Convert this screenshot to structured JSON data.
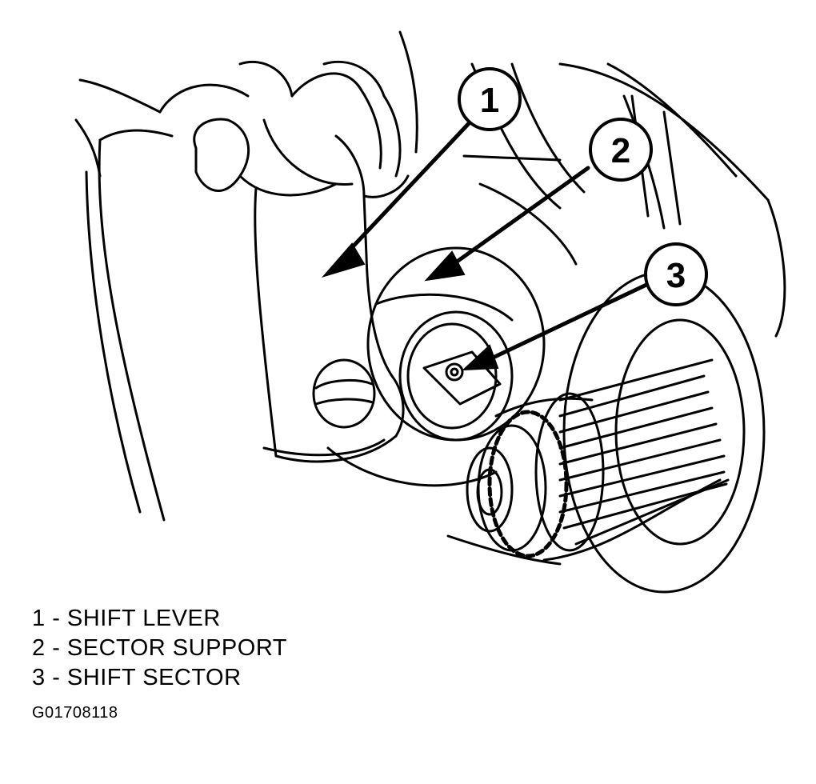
{
  "callouts": [
    {
      "number": "1",
      "part": "SHIFT LEVER"
    },
    {
      "number": "2",
      "part": "SECTOR SUPPORT"
    },
    {
      "number": "3",
      "part": "SHIFT SECTOR"
    }
  ],
  "legend": [
    {
      "number": "1",
      "separator": " - ",
      "label": "SHIFT LEVER"
    },
    {
      "number": "2",
      "separator": " - ",
      "label": "SECTOR SUPPORT"
    },
    {
      "number": "3",
      "separator": " - ",
      "label": "SHIFT SECTOR"
    }
  ],
  "figure_id": "G01708118",
  "colors": {
    "ink": "#000000",
    "paper": "#ffffff"
  }
}
